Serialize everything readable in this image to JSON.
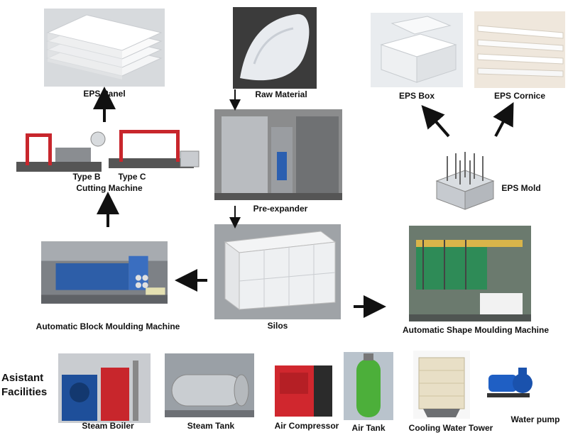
{
  "labels": {
    "eps_panel": "EPS Panel",
    "raw_material": "Raw Material",
    "eps_box": "EPS Box",
    "eps_cornice": "EPS Cornice",
    "type_b": "Type B",
    "type_c": "Type C",
    "cutting_machine": "Cutting Machine",
    "pre_expander": "Pre-expander",
    "eps_mold": "EPS Mold",
    "block_moulding": "Automatic Block Moulding Machine",
    "silos": "Silos",
    "shape_moulding": "Automatic Shape Moulding Machine",
    "assistant_facilities_1": "Asistant",
    "assistant_facilities_2": "Facilities",
    "steam_boiler": "Steam Boiler",
    "steam_tank": "Steam Tank",
    "air_compressor": "Air Compressor",
    "air_tank": "Air Tank",
    "cooling_tower": "Cooling Water Tower",
    "water_pump": "Water pump"
  },
  "colors": {
    "arrow": "#111111",
    "eps_white": "#eef0f2",
    "machine_red": "#c8262c",
    "machine_blue": "#1e4f9a",
    "tank_silver": "#b9bcc0",
    "green_tank": "#4caf3a",
    "tower_beige": "#e8dfc6"
  }
}
